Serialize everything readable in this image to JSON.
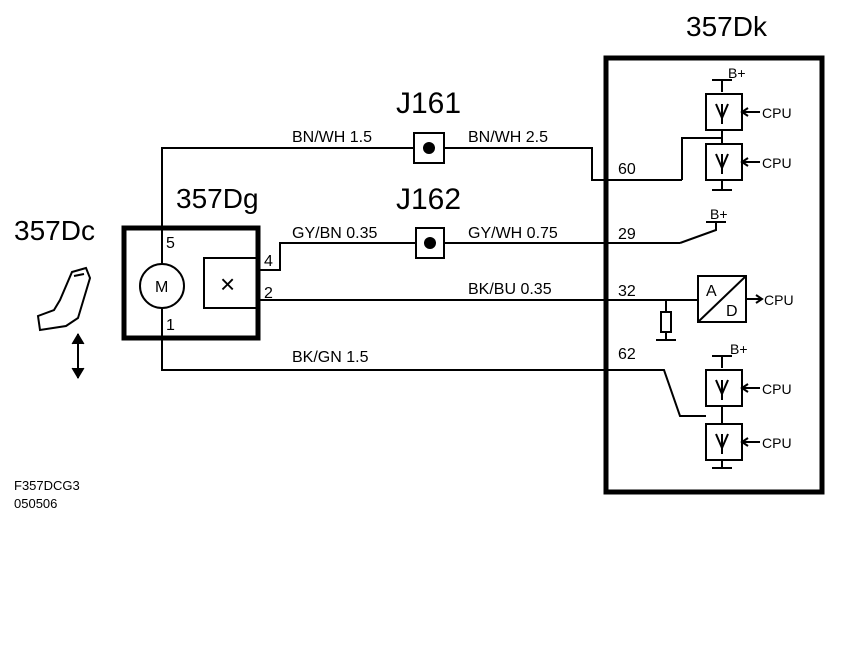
{
  "components": {
    "dc": {
      "label": "357Dc"
    },
    "dg": {
      "label": "357Dg",
      "motor_label": "M",
      "switch_symbol": "×"
    },
    "dk": {
      "label": "357Dk"
    },
    "j161": {
      "label": "J161"
    },
    "j162": {
      "label": "J162"
    }
  },
  "pins": {
    "dg_5": "5",
    "dg_4": "4",
    "dg_2": "2",
    "dg_1": "1",
    "dk_60": "60",
    "dk_29": "29",
    "dk_32": "32",
    "dk_62": "62"
  },
  "wires": {
    "bnwh_left": "BN/WH  1.5",
    "bnwh_right": "BN/WH  2.5",
    "gybn": "GY/BN  0.35",
    "gywh": "GY/WH  0.75",
    "bkbu": "BK/BU    0.35",
    "bkgn": "BK/GN  1.5"
  },
  "ecu": {
    "supply": "B+",
    "cpu": "CPU",
    "ad_a": "A",
    "ad_d": "D"
  },
  "footer": {
    "code": "F357DCG3",
    "date": "050506"
  }
}
